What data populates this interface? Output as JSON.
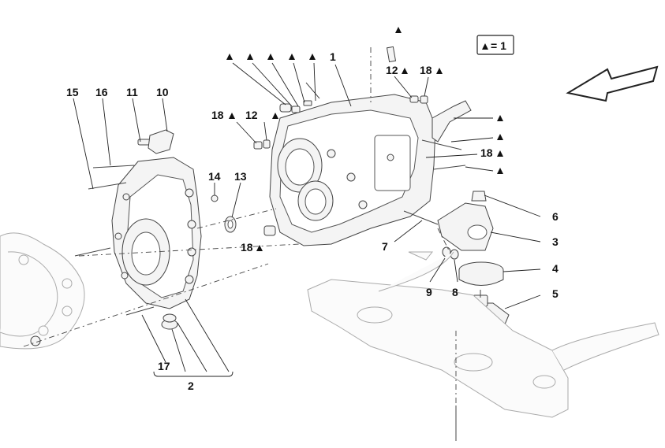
{
  "legend": {
    "symbol": "▲",
    "text": "= 1"
  },
  "labels": {
    "l1": "1",
    "l2": "2",
    "l3": "3",
    "l4": "4",
    "l5": "5",
    "l6": "6",
    "l7": "7",
    "l8": "8",
    "l9": "9",
    "l10": "10",
    "l11": "11",
    "l12a": "12",
    "l12b": "12",
    "l13": "13",
    "l14": "14",
    "l15": "15",
    "l16": "16",
    "l17": "17",
    "l18a": "18",
    "l18b": "18",
    "l18c": "18",
    "l18d": "18"
  },
  "colors": {
    "line": "#222222",
    "part_fill": "#f4f4f4",
    "text": "#111111"
  }
}
